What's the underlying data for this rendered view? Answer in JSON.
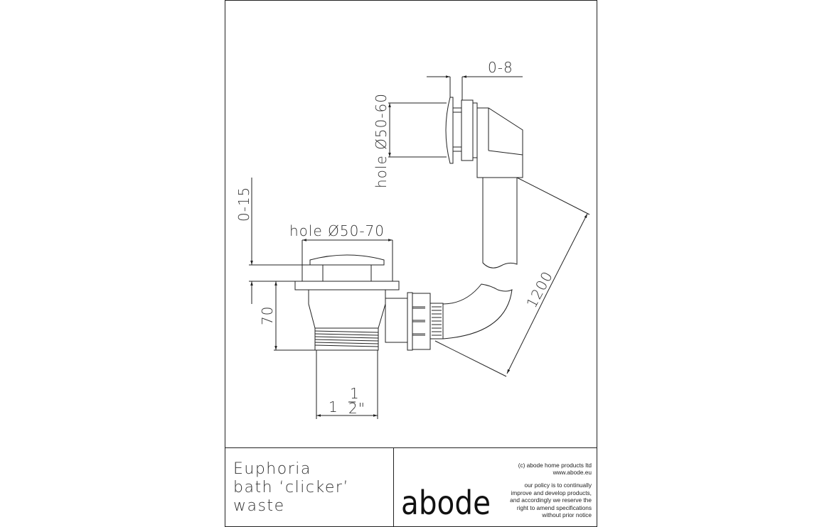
{
  "drawing": {
    "dimensions": {
      "overflow_adjust": "0-8",
      "overflow_hole": "hole Ø50-60",
      "waste_adjust": "0-15",
      "waste_hole": "hole Ø50-70",
      "waste_height": "70",
      "thread_size_whole": "1",
      "thread_size_num": "1",
      "thread_size_den": "2\"",
      "hose_length": "1200"
    }
  },
  "title_block": {
    "product_lines": [
      "Euphoria",
      "bath ‘clicker’",
      "waste"
    ],
    "logo": "abode",
    "copyright": "(c) abode home products ltd",
    "website": "www.abode.eu",
    "policy_lines": [
      "our policy is to continually",
      "improve and develop products,",
      "and accordingly we reserve the",
      "right to amend specifications",
      "without prior notice"
    ]
  }
}
